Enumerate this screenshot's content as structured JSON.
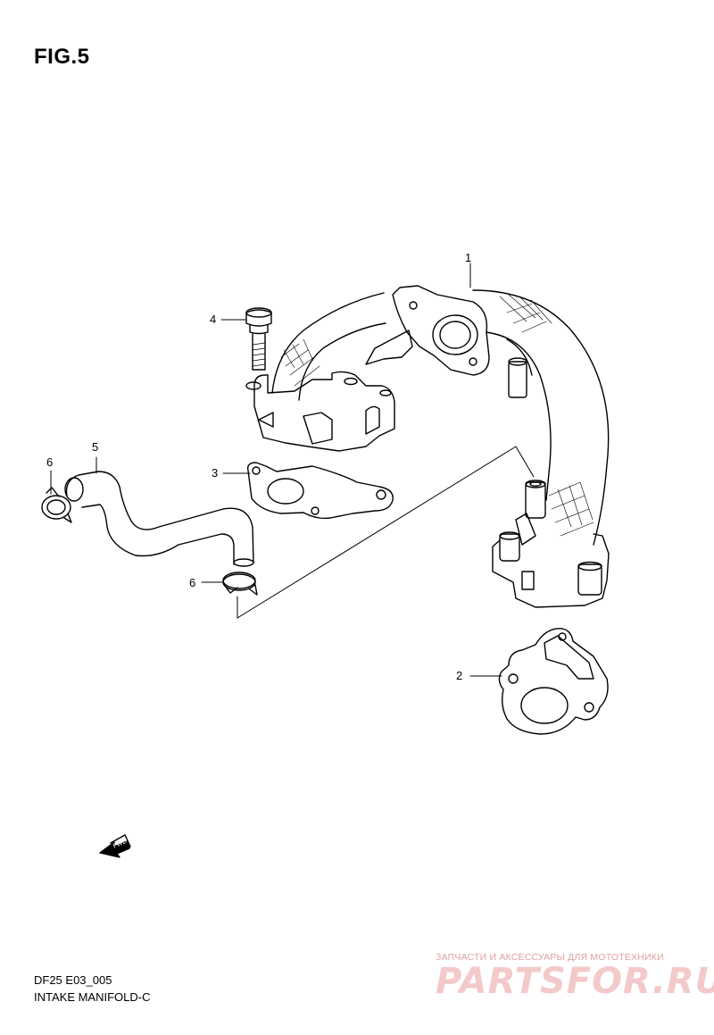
{
  "figure": {
    "title": "FIG.5",
    "code": "DF25 E03_005",
    "caption": "INTAKE MANIFOLD-C"
  },
  "callouts": [
    "1",
    "2",
    "3",
    "4",
    "5",
    "6",
    "6"
  ],
  "fwd_label": "FWD",
  "watermark": {
    "tagline": "ЗАПЧАСТИ И АКСЕССУАРЫ ДЛЯ МОТОТЕХНИКИ",
    "brand": "PARTSFOR.RU"
  }
}
